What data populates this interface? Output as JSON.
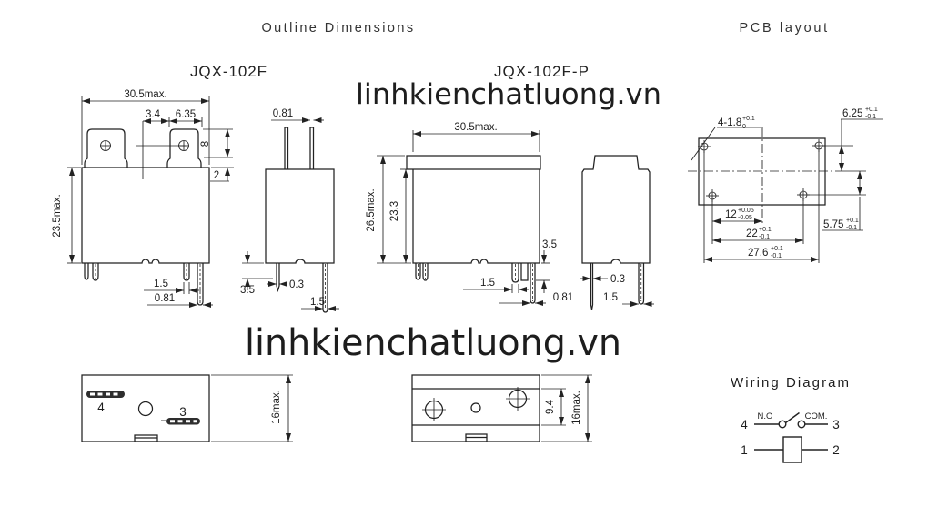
{
  "headers": {
    "outline": "Outline Dimensions",
    "pcb_layout": "PCB layout",
    "wiring": "Wiring Diagram"
  },
  "watermark": {
    "top": "linhkienchatluong.vn",
    "bottom": "linhkienchatluong.vn"
  },
  "colors": {
    "line": "#222222",
    "text": "#1d1d1d",
    "watermark_top": "#ababab",
    "watermark_bottom": "#8f8f8f",
    "background": "#ffffff"
  },
  "outline": {
    "front_f": {
      "model": "JQX-102F",
      "width": "30.5max.",
      "tab_offset": "3.4",
      "tab_width": "6.35",
      "tab_height": "8",
      "tab_step": "2",
      "height": "23.5max.",
      "pin_w": "1.5",
      "pin_t": "0.81"
    },
    "side_f": {
      "pin_t": "0.81",
      "standoff": "3.5",
      "pin_thin": "0.3",
      "pin_w": "1.5"
    },
    "front_p": {
      "model": "JQX-102F-P",
      "width": "30.5max.",
      "height": "26.5max.",
      "body_height": "23.3",
      "standoff": "3.5",
      "pin_w": "1.5",
      "pin_t": "0.81"
    },
    "side_p": {
      "pin_thin": "0.3",
      "pin_w": "1.5"
    }
  },
  "pcb": {
    "holes_base": "4-1.8",
    "holes_sup": "+0.1",
    "holes_sub": "0",
    "d625_base": "6.25",
    "d625_sup": "+0.1",
    "d625_sub": "-0.1",
    "d575_base": "5.75",
    "d575_sup": "+0.1",
    "d575_sub": "-0.1",
    "d12_base": "12",
    "d12_sup": "+0.05",
    "d12_sub": "-0.05",
    "d22_base": "22",
    "d22_sup": "+0.1",
    "d22_sub": "-0.1",
    "d276_base": "27.6",
    "d276_sup": "+0.1",
    "d276_sub": "-0.1"
  },
  "bottom_f": {
    "slot4": "4",
    "slot3": "3",
    "height": "16max."
  },
  "bottom_p": {
    "band": "9.4",
    "height": "16max."
  },
  "wiring": {
    "pin4": "4",
    "no": "N.O",
    "com": "COM.",
    "pin3": "3",
    "pin1": "1",
    "pin2": "2"
  }
}
